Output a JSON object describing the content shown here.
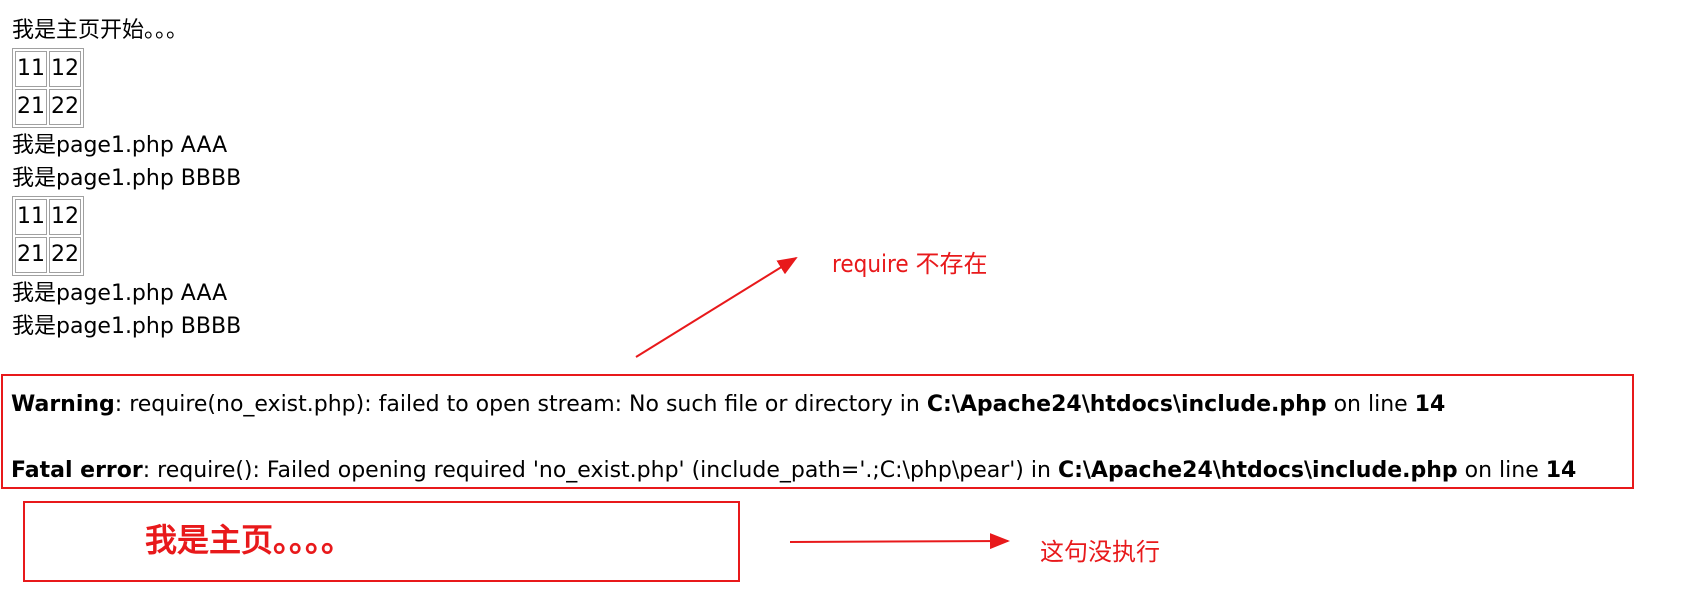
{
  "main": {
    "heading": "我是主页开始。。。",
    "block1": {
      "table": [
        [
          "11",
          "12"
        ],
        [
          "21",
          "22"
        ]
      ],
      "line_a": "我是page1.php AAA",
      "line_b": "我是page1.php BBBB"
    },
    "block2": {
      "table": [
        [
          "11",
          "12"
        ],
        [
          "21",
          "22"
        ]
      ],
      "line_a": "我是page1.php AAA",
      "line_b": "我是page1.php BBBB"
    }
  },
  "errors": {
    "warning": {
      "label": "Warning",
      "message": ": require(no_exist.php): failed to open stream: No such file or directory in ",
      "path": "C:\\Apache24\\htdocs\\include.php",
      "on_line": " on line ",
      "line": "14"
    },
    "fatal": {
      "label": "Fatal error",
      "message": ": require(): Failed opening required 'no_exist.php' (include_path='.;C:\\php\\pear') in ",
      "path": "C:\\Apache24\\htdocs\\include.php",
      "on_line": " on line ",
      "line": "14"
    }
  },
  "annotations": {
    "require_missing": "require 不存在",
    "not_executed": "这句没执行",
    "callout": "我是主页。。。。"
  },
  "colors": {
    "annotation": "#e8191b"
  }
}
